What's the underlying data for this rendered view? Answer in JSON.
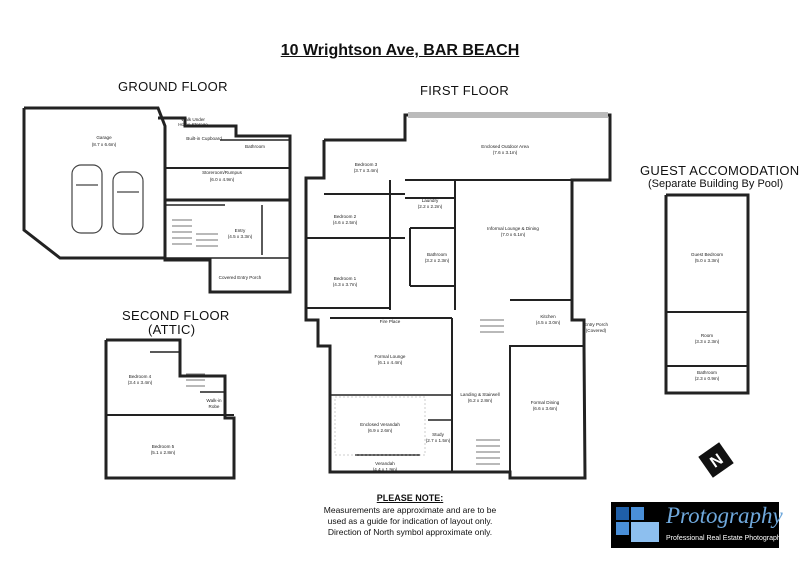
{
  "title": "10 Wrightson Ave, BAR BEACH",
  "floors": {
    "ground": "GROUND FLOOR",
    "first": "FIRST FLOOR",
    "second_line1": "SECOND FLOOR",
    "second_line2": "(ATTIC)",
    "guest_title": "GUEST ACCOMODATION",
    "guest_sub": "(Separate Building By Pool)"
  },
  "rooms": {
    "garage": "Garage",
    "garage_dim": "(8.7 x 6.6m)",
    "walk_under": "Walk Under",
    "walk_under_2": "Home Storage",
    "built_in_cupboard": "Built-in Cupboard",
    "bathroom_g": "Bathroom",
    "storeroom": "Storeroom/Rumpus",
    "storeroom_dim": "(6.0 x 4.9m)",
    "entry": "Entry",
    "entry_dim": "(4.5 x 3.3m)",
    "covered_entry": "Covered Entry Porch",
    "enclosed_outdoor": "Enclosed Outdoor Area",
    "enclosed_outdoor_dim": "(7.6 x 3.1m)",
    "bedroom3": "Bedroom 3",
    "bedroom3_dim": "(3.7 x 3.4m)",
    "bedroom2": "Bedroom 2",
    "bedroom2_dim": "(4.6 x 2.5m)",
    "bedroom1": "Bedroom 1",
    "bedroom1_dim": "(4.3 x 3.7m)",
    "laundry": "Laundry",
    "laundry_dim": "(2.2 x 2.2m)",
    "bathroom_f": "Bathroom",
    "bathroom_f_dim": "(3.2 x 2.3m)",
    "informal": "Informal Lounge & Dining",
    "informal_dim": "(7.0 x 6.1m)",
    "kitchen": "Kitchen",
    "kitchen_dim": "(4.5 x 3.0m)",
    "entry_porch": "Entry Porch",
    "entry_porch_2": "(Covered)",
    "formal_lounge": "Formal Lounge",
    "formal_lounge_dim": "(6.1 x 4.4m)",
    "fireplace": "Fire Place",
    "enclosed_verandah": "Enclosed Verandah",
    "enclosed_verandah_dim": "(6.9 x 2.6m)",
    "verandah": "Verandah",
    "verandah_dim": "(4.4 x 1.9m)",
    "landing": "Landing & Stairwell",
    "landing_dim": "(6.2 x 2.8m)",
    "study": "Study",
    "study_dim": "(2.7 x 1.5m)",
    "formal_dining": "Formal Dining",
    "formal_dining_dim": "(6.6 x 3.6m)",
    "bedroom4": "Bedroom 4",
    "bedroom4_dim": "(3.4 x 3.4m)",
    "bedroom5": "Bedroom 5",
    "bedroom5_dim": "(5.1 x 2.8m)",
    "walk_in_robe": "Walk-in",
    "walk_in_robe_2": "Robe",
    "guest_bedroom": "Guest Bedroom",
    "guest_bedroom_dim": "(5.0 x 3.3m)",
    "room": "Room",
    "room_dim": "(3.3 x 2.3m)",
    "bathroom_guest": "Bathroom",
    "bathroom_guest_dim": "(2.3 x 0.9m)"
  },
  "note": {
    "heading": "PLEASE NOTE:",
    "line1": "Measurements are approximate and are to be",
    "line2": "used as a guide for indication of layout only.",
    "line3": "Direction of North symbol approximate only."
  },
  "logo": {
    "word": "Protography",
    "tagline": "Professional Real Estate Photography",
    "colors": [
      "#1f5fa8",
      "#4a8fd8",
      "#8dbfef"
    ]
  },
  "north_symbol": "N"
}
